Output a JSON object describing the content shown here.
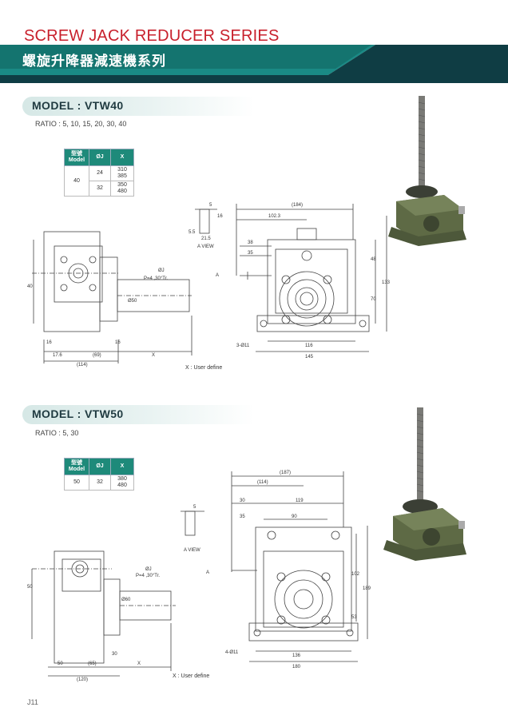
{
  "header": {
    "title_en": "SCREW JACK REDUCER SERIES",
    "title_zh": "螺旋升降器減速機系列"
  },
  "sections": [
    {
      "model_heading": "MODEL : VTW40",
      "ratio": "RATIO : 5, 10, 15, 20, 30, 40",
      "table_headers": [
        "型號\nModel",
        "ØJ",
        "X"
      ],
      "table_header_model_zh": "型號",
      "table_header_model_en": "Model",
      "table": [
        {
          "model": "40",
          "oj": "24",
          "x": [
            "310",
            "385"
          ]
        },
        {
          "model": "40",
          "oj": "32",
          "x": [
            "350",
            "480"
          ]
        }
      ],
      "drawing_labels": {
        "dims_top": [
          "(184)",
          "102.3",
          "5",
          "16",
          "21.5",
          "5.5"
        ],
        "dims_side": [
          "38",
          "35",
          "48",
          "70",
          "133"
        ],
        "dims_bottom": [
          "16",
          "17.6",
          "(69)",
          "(114)",
          "16",
          "X",
          "116",
          "145"
        ],
        "left_dim": "40",
        "shaft": [
          "ØJ",
          "P=4 ,30°Tr.",
          "Ø50"
        ],
        "hole": "3-Ø11",
        "view": "A VIEW",
        "arrow": "A",
        "user_define": "X : User define"
      }
    },
    {
      "model_heading": "MODEL : VTW50",
      "ratio": "RATIO : 5, 30",
      "table_headers": [
        "型號\nModel",
        "ØJ",
        "X"
      ],
      "table_header_model_zh": "型號",
      "table_header_model_en": "Model",
      "table": [
        {
          "model": "50",
          "oj": "32",
          "x": [
            "380",
            "480"
          ]
        }
      ],
      "drawing_labels": {
        "dims_top": [
          "(187)",
          "(114)",
          "30",
          "119",
          "90",
          "35",
          "5"
        ],
        "dims_side": [
          "102",
          "189",
          "53"
        ],
        "dims_bottom": [
          "50",
          "(65)",
          "30",
          "X",
          "(120)",
          "136",
          "180"
        ],
        "left_dim": "50",
        "shaft": [
          "ØJ",
          "P=4 ,30°Tr.",
          "Ø60"
        ],
        "hole": "4-Ø11",
        "view": "A VIEW",
        "arrow": "A",
        "user_define": "X : User define"
      }
    }
  ],
  "page_number": "J11",
  "colors": {
    "brand_red": "#c8202c",
    "teal_dark": "#0f3d44",
    "teal_mid": "#1e8a7a",
    "body_green": "#5e6a45"
  }
}
